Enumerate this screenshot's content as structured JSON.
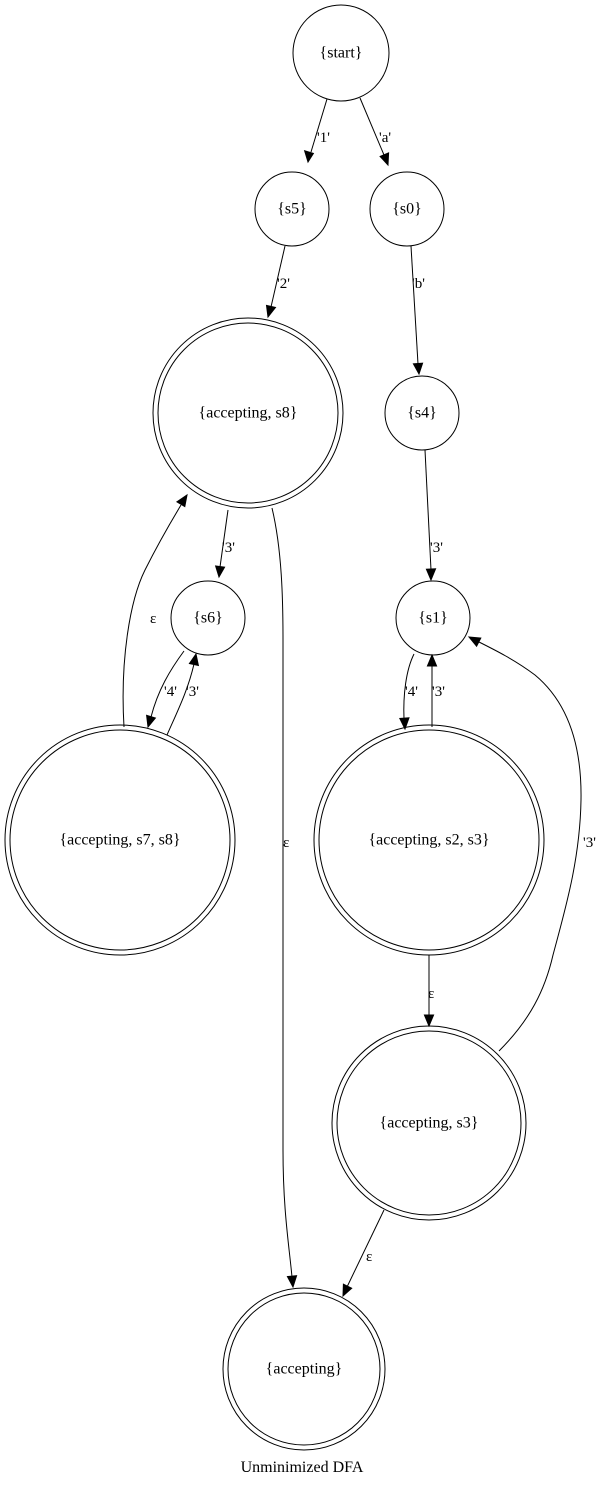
{
  "diagram": {
    "caption": "Unminimized DFA",
    "nodes": {
      "start": {
        "label": "{start}",
        "accepting": false
      },
      "s5": {
        "label": "{s5}",
        "accepting": false
      },
      "s0": {
        "label": "{s0}",
        "accepting": false
      },
      "s8": {
        "label": "{accepting, s8}",
        "accepting": true
      },
      "s4": {
        "label": "{s4}",
        "accepting": false
      },
      "s6": {
        "label": "{s6}",
        "accepting": false
      },
      "s1": {
        "label": "{s1}",
        "accepting": false
      },
      "s7s8": {
        "label": "{accepting, s7, s8}",
        "accepting": true
      },
      "s2s3": {
        "label": "{accepting, s2, s3}",
        "accepting": true
      },
      "s3": {
        "label": "{accepting, s3}",
        "accepting": true
      },
      "acc": {
        "label": "{accepting}",
        "accepting": true
      }
    },
    "edges": {
      "start_s5": {
        "from": "start",
        "to": "s5",
        "label": "'1'"
      },
      "start_s0": {
        "from": "start",
        "to": "s0",
        "label": "'a'"
      },
      "s5_s8": {
        "from": "s5",
        "to": "s8",
        "label": "'2'"
      },
      "s0_s4": {
        "from": "s0",
        "to": "s4",
        "label": "'b'"
      },
      "s8_s6": {
        "from": "s8",
        "to": "s6",
        "label": "'3'"
      },
      "s8_acc": {
        "from": "s8",
        "to": "acc",
        "label": "ε"
      },
      "s4_s1": {
        "from": "s4",
        "to": "s1",
        "label": "'3'"
      },
      "s6_s7s8": {
        "from": "s6",
        "to": "s7s8",
        "label": "'4'"
      },
      "s7s8_s6": {
        "from": "s7s8",
        "to": "s6",
        "label": "'3'"
      },
      "s7s8_s8": {
        "from": "s7s8",
        "to": "s8",
        "label": "ε"
      },
      "s1_s2s3": {
        "from": "s1",
        "to": "s2s3",
        "label": "'4'"
      },
      "s2s3_s1": {
        "from": "s2s3",
        "to": "s1",
        "label": "'3'"
      },
      "s2s3_s3": {
        "from": "s2s3",
        "to": "s3",
        "label": "ε"
      },
      "s3_s1": {
        "from": "s3",
        "to": "s1",
        "label": "'3'"
      },
      "s3_acc": {
        "from": "s3",
        "to": "acc",
        "label": "ε"
      }
    }
  }
}
